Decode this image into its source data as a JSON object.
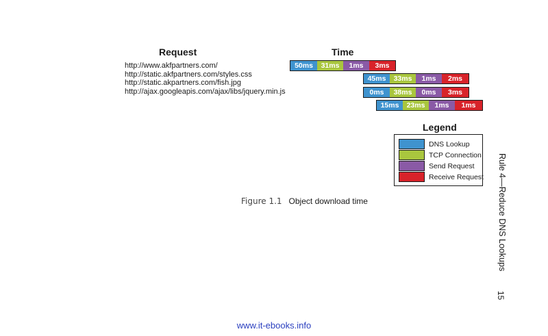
{
  "figure": {
    "request_header": "Request",
    "time_header": "Time",
    "requests": [
      "http://www.akfpartners.com/",
      "http://static.akfpartners.com/styles.css",
      "http://static.akpartners.com/fish.jpg",
      "http://ajax.googleapis.com/ajax/libs/jquery.min.js"
    ],
    "timeline_rows": [
      [
        "50ms",
        "31ms",
        "1ms",
        "3ms"
      ],
      [
        "45ms",
        "33ms",
        "1ms",
        "2ms"
      ],
      [
        "0ms",
        "38ms",
        "0ms",
        "3ms"
      ],
      [
        "15ms",
        "23ms",
        "1ms",
        "1ms"
      ]
    ],
    "legend": {
      "title": "Legend",
      "items": [
        "DNS Lookup",
        "TCP Connection",
        "Send Request",
        "Receive Request"
      ]
    },
    "colors": {
      "dns": "#3f93cf",
      "tcp": "#a9c63e",
      "send": "#8a5aa6",
      "receive": "#d8232a"
    }
  },
  "caption": {
    "number": "Figure 1.1",
    "text": "Object download time"
  },
  "side_running_head": "Rule 4—Reduce DNS Lookups",
  "page_number": "15",
  "footer_link": "www.it-ebooks.info"
}
